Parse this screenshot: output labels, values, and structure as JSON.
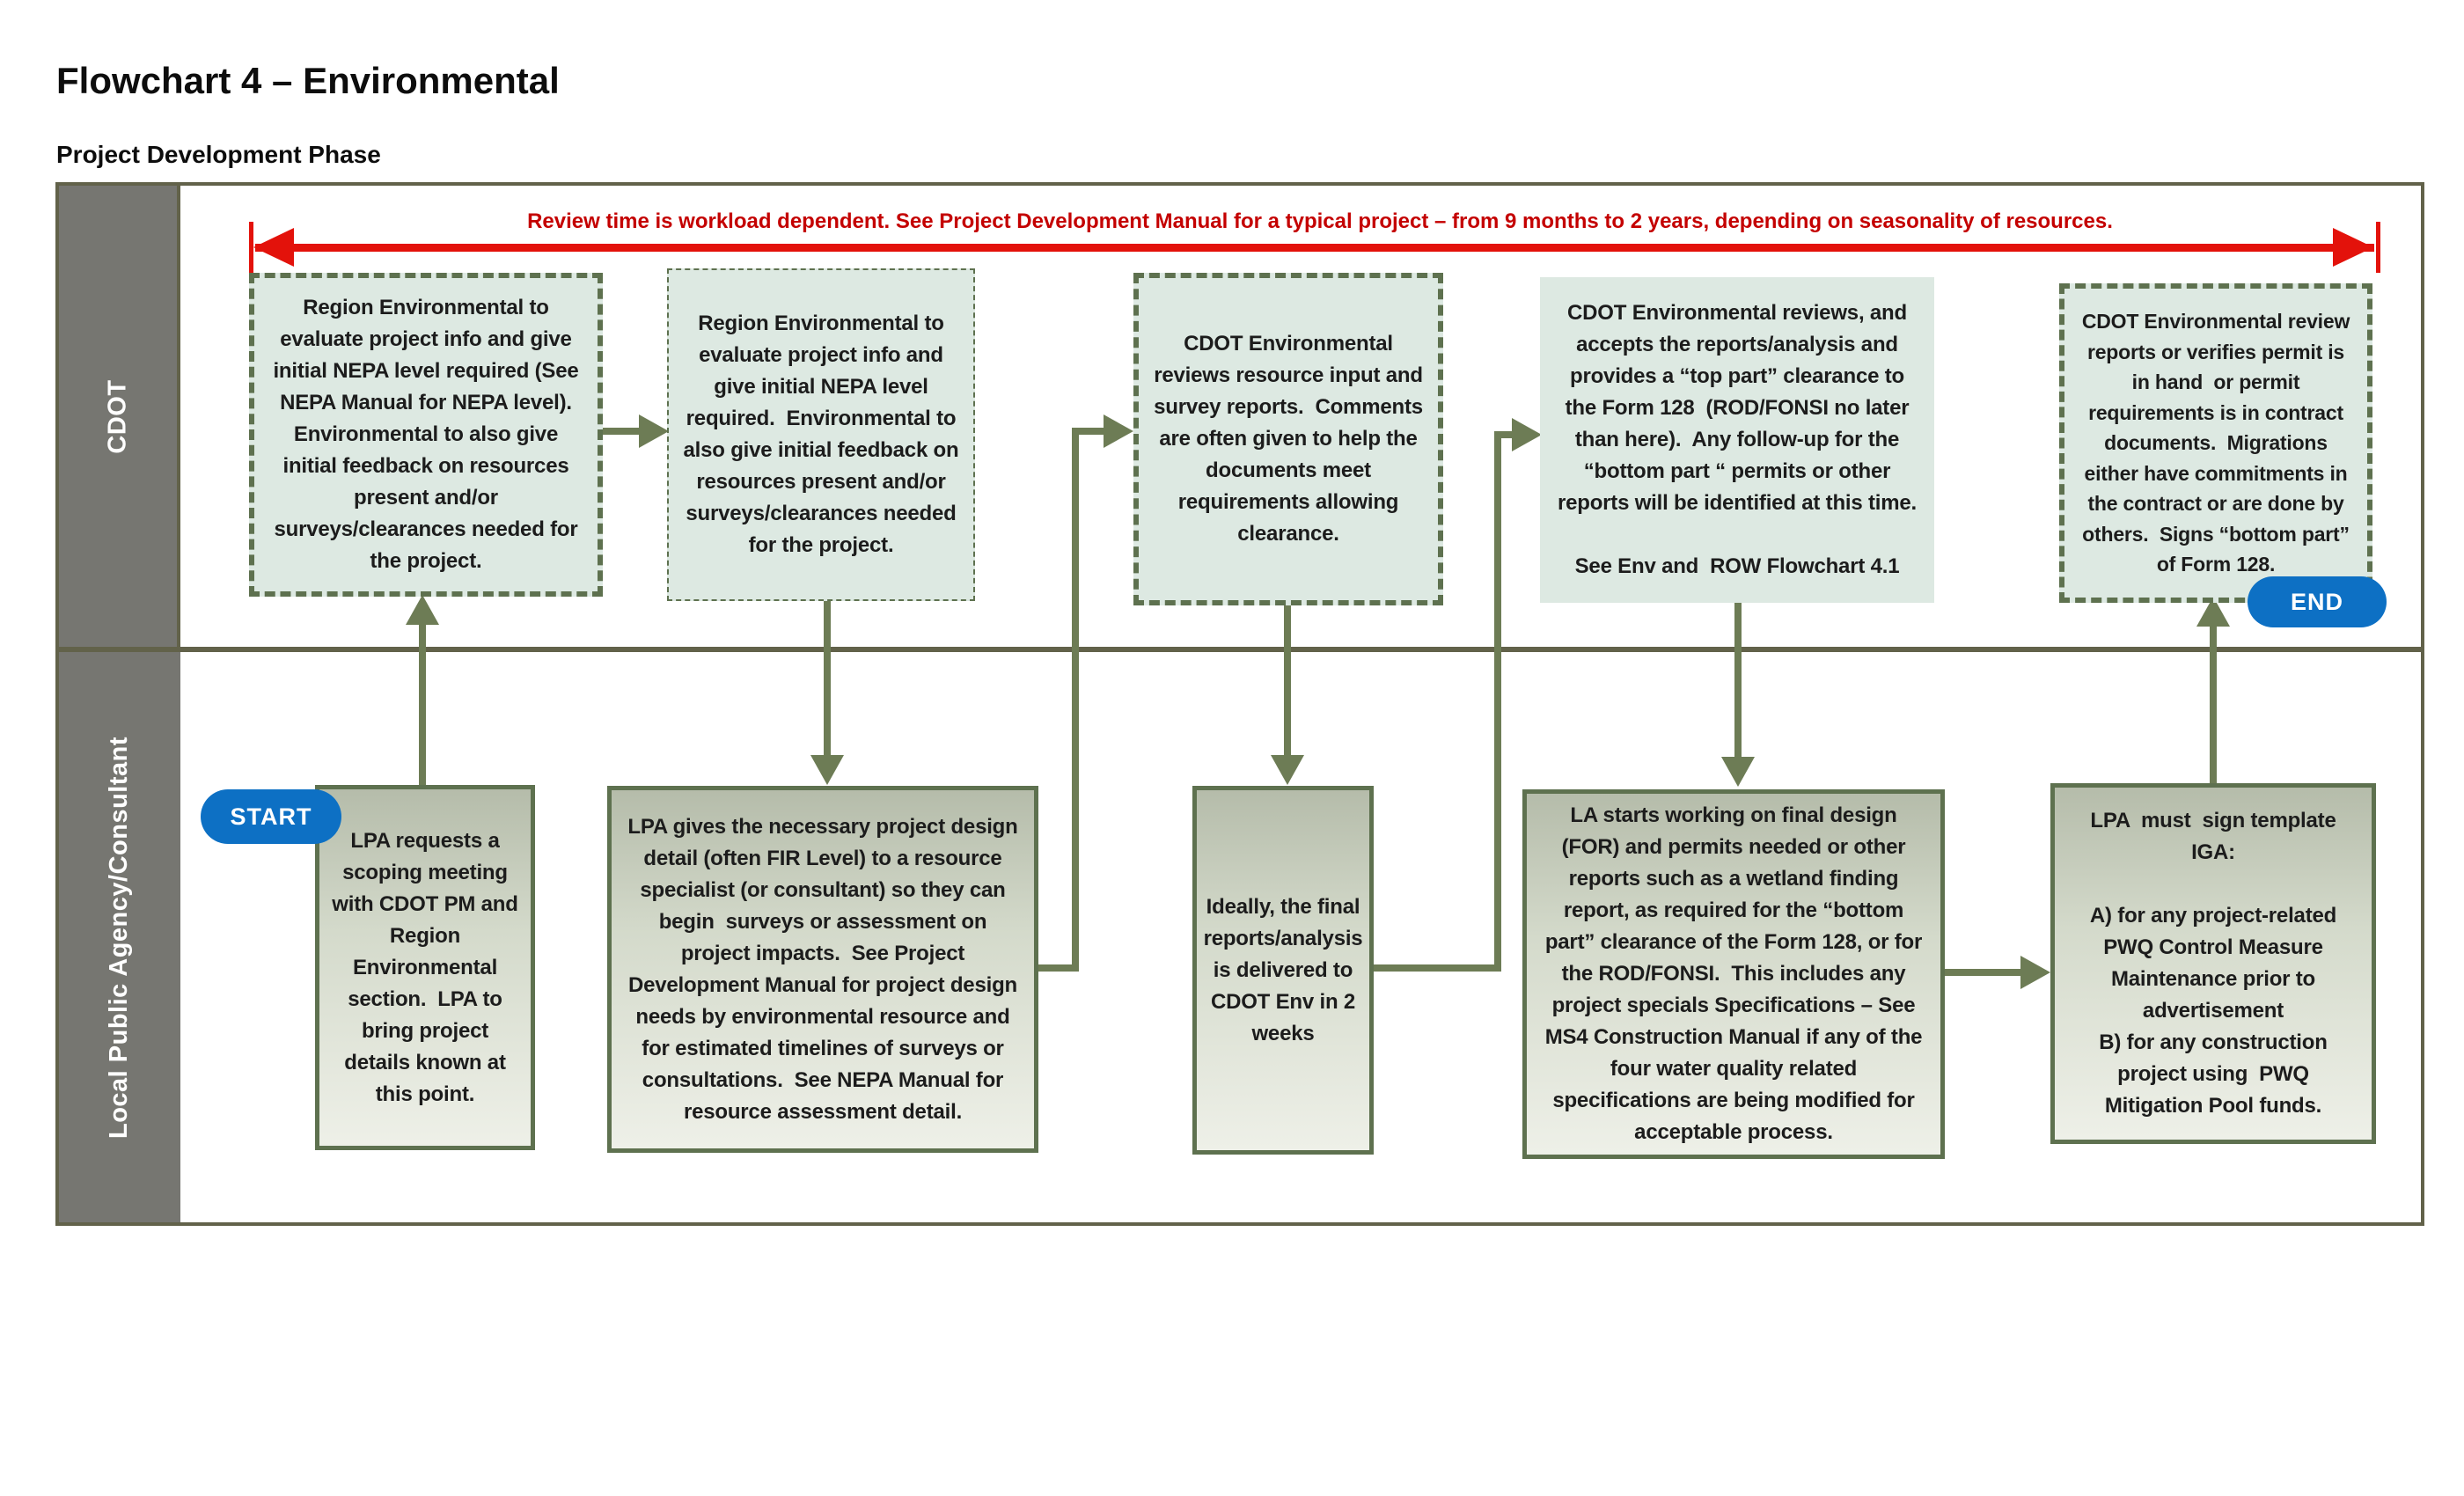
{
  "title": "Flowchart 4 –  Environmental",
  "subtitle": "Project Development Phase",
  "banner": "Review time is workload dependent. See Project Development Manual for a typical project – from 9 months to 2 years, depending on seasonality of resources.",
  "lanes": {
    "cdot": "CDOT",
    "lpa": "Local Public Agency/Consultant"
  },
  "terminators": {
    "start": "START",
    "end": "END"
  },
  "boxes": {
    "cdot": [
      "Region Environmental to evaluate project info and give initial NEPA level required (See NEPA Manual for NEPA level). Environmental to also give  initial feedback on resources present and/or surveys/clearances needed for the project.",
      "Region Environmental to evaluate project info and give initial NEPA level required.  Environmental to also give initial feedback on resources present and/or surveys/clearances needed for the project.",
      "CDOT Environmental reviews resource input and survey reports.  Comments  are often given to help the documents meet requirements allowing clearance.",
      "CDOT Environmental reviews, and accepts the reports/analysis and provides a “top part” clearance to the Form 128  (ROD/FONSI no later than here).  Any follow-up for the “bottom part “ permits or other reports will be identified at this time.\n\nSee Env and  ROW Flowchart 4.1",
      "CDOT Environmental review reports or verifies permit is in hand  or permit requirements is in contract documents.  Migrations either have commitments in the contract or are done by others.  Signs “bottom part” of Form 128."
    ],
    "lpa": [
      "LPA requests a scoping meeting with CDOT PM and Region Environmental section.  LPA to bring project details known at this point.",
      "LPA gives the necessary project design detail (often FIR Level) to a resource specialist (or consultant) so they can begin  surveys or assessment on project impacts.  See Project Development Manual for project design needs by environmental resource and for estimated timelines of surveys or consultations.  See NEPA Manual for resource assessment detail.",
      "Ideally, the final reports/analysis is delivered to CDOT Env in 2 weeks",
      "LA starts working on final design (FOR) and permits needed or other reports such as a wetland finding report, as required for the “bottom part” clearance of the Form 128, or for the ROD/FONSI.  This includes any project specials Specifications – See MS4 Construction Manual if any of the four water quality related specifications are being modified for acceptable process.",
      "LPA  must  sign template IGA:\n\nA) for any project-related PWQ Control Measure Maintenance prior to advertisement\nB) for any construction project using  PWQ Mitigation Pool funds."
    ]
  },
  "colors": {
    "accent_blue": "#0d70c4",
    "banner_red": "#e3120b",
    "banner_text_red": "#c40000",
    "connector_olive": "#6d7c55",
    "box_border_olive": "#5e714f",
    "frame_olive": "#62624a",
    "cdot_box_fill": "#dde9e2",
    "lpa_box_top": "#b5bcaa",
    "lpa_box_bottom": "#eef0e8",
    "lane_gray": "#767671"
  }
}
